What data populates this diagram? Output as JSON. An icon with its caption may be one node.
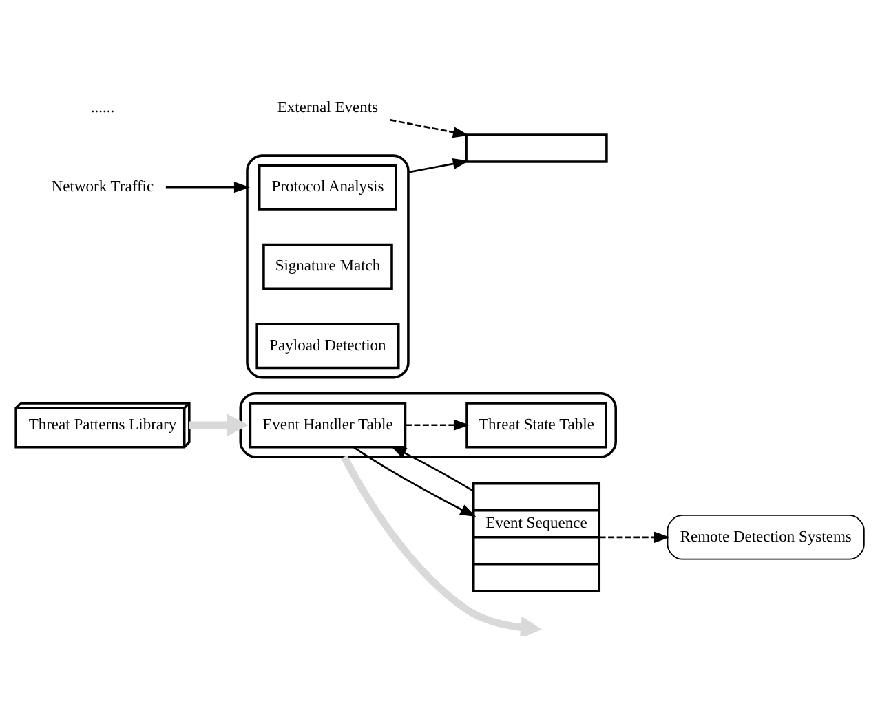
{
  "diagram": {
    "nodes": [
      {
        "text": [
          "Threat Patterns Library"
        ]
      },
      {
        "text": [],
        "shape": "box"
      },
      {
        "text": [
          "Event Handler Table"
        ],
        "in": 1
      },
      {
        "text": [
          "Threat State Table"
        ],
        "in": 1
      },
      {
        "text": [
          "Remote Detection Systems"
        ]
      },
      {
        "text": [
          "Event Sequence"
        ]
      },
      {
        "text": [],
        "shape": "box"
      },
      {
        "text": [
          "External Events"
        ]
      },
      {
        "text": [
          "Network Traffic"
        ]
      },
      {
        "text": [],
        "shape": "box"
      },
      {
        "text": [
          "Protocol Analysis"
        ],
        "in": 9
      },
      {
        "text": [
          "Signature Match"
        ],
        "in": 9
      },
      {
        "text": [
          "Payload Detection"
        ],
        "in": 9
      }
    ],
    "edges": [
      {
        "from": 0,
        "to": 1,
        "arrow": "to",
        "style": "thick",
        "color": "#d9d9d9"
      },
      {
        "from": 1,
        "to": null,
        "arrow": "to",
        "style": "thick",
        "color": "#d9d9d9"
      },
      {
        "from": 2,
        "to": 3,
        "arrow": "to",
        "style": "dashed"
      },
      {
        "from": 5,
        "to": 2,
        "arrow": "to"
      },
      {
        "from": 2,
        "to": 5,
        "arrow": "to"
      },
      {
        "from": 5,
        "to": 4,
        "arrow": "to",
        "style": "dashed"
      },
      {
        "from": 7,
        "to": 6,
        "arrow": "to",
        "style": "dashed"
      },
      {
        "from": 8,
        "to": 9,
        "arrow": "to"
      },
      {
        "from": 9,
        "to": 6,
        "arrow": "to"
      }
    ],
    "labels": [
      "......"
    ]
  }
}
